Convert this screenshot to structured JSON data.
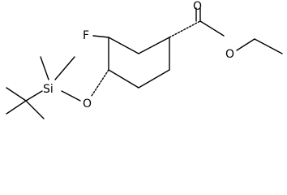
{
  "molecule": {
    "atoms": {
      "F": "F",
      "O_carbonyl": "O",
      "O_ester": "O",
      "O_ether": "O",
      "Si": "Si"
    }
  }
}
